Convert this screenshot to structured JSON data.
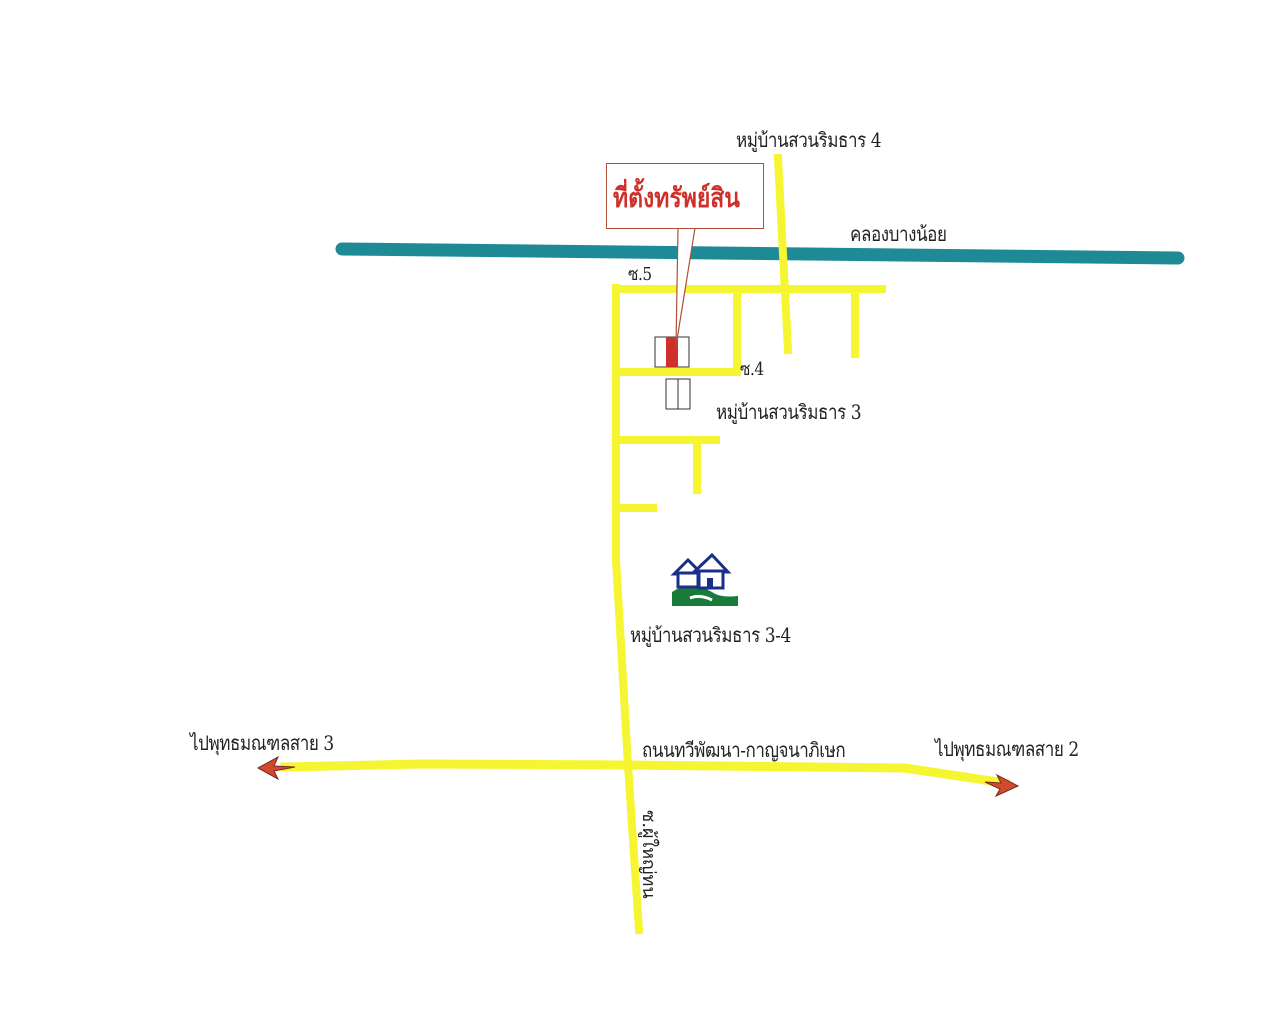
{
  "map": {
    "property_label": "ที่ตั้งทรัพย์สิน",
    "canal_label": "คลองบางน้อย",
    "village_4": "หมู่บ้านสวนริมธาร 4",
    "village_3": "หมู่บ้านสวนริมธาร 3",
    "village_3_4": "หมู่บ้านสวนริมธาร 3-4",
    "soi_5": "ซ.5",
    "soi_4": "ซ.4",
    "main_road": "ถนนทวีพัฒนา-กาญจนาภิเษก",
    "to_left": "ไปพุทธมณฑลสาย 3",
    "to_right": "ไปพุทธมณฑลสาย 2",
    "side_soi": "ซ.ผู้ใหญ่ทน",
    "colors": {
      "road": "#f5f532",
      "canal": "#1e8a96",
      "marker": "#d0302a",
      "arrow": "#d04a30"
    }
  }
}
